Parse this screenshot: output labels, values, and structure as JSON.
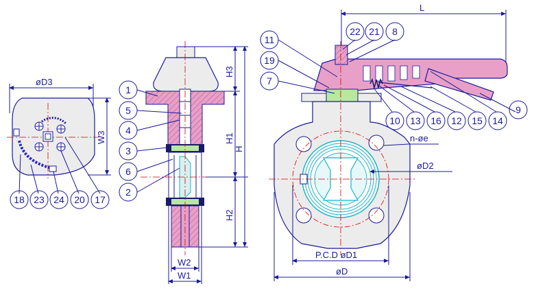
{
  "dimensions": {
    "D3": "øD3",
    "W3": "W3",
    "H3": "H3",
    "H1": "H1",
    "H": "H",
    "H2": "H2",
    "W2": "W2",
    "W1": "W1",
    "L": "L",
    "ne": "n-øe",
    "D2": "øD2",
    "PCD": "P.C.D  øD1",
    "D": "øD"
  },
  "balloons": {
    "top_view": [
      "18",
      "23",
      "24",
      "20",
      "17"
    ],
    "side_view": [
      "1",
      "5",
      "4",
      "3",
      "6",
      "2"
    ],
    "front_view_top": [
      "11",
      "19",
      "7",
      "22",
      "21",
      "8"
    ],
    "front_view_right": [
      "10",
      "13",
      "16",
      "12",
      "15",
      "14",
      "9"
    ]
  },
  "colors": {
    "line": "#1a1a99",
    "center_line": "#d40000",
    "section_fill": "#e8a0c8",
    "body_fill": "#ececec",
    "liner": "#18b4c8"
  }
}
